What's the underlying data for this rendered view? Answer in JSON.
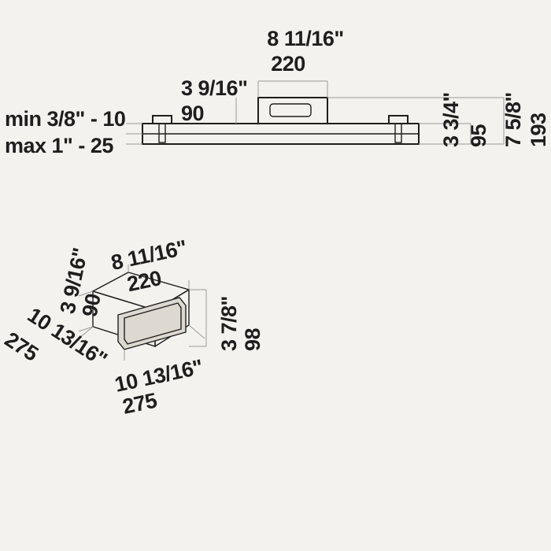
{
  "front_view": {
    "duct_width": {
      "inch": "8 11/16\"",
      "mm": "220"
    },
    "duct_height": {
      "inch": "3 9/16\"",
      "mm": "90"
    },
    "min_spacing": "min 3/8\" - 10",
    "max_spacing": "max 1\" - 25",
    "body_height": {
      "inch": "3 3/4\"",
      "mm": "95"
    },
    "total_height": {
      "inch": "7 5/8\"",
      "mm": "193"
    }
  },
  "iso_view": {
    "top_width": {
      "inch": "8 11/16\"",
      "mm": "220"
    },
    "left_height": {
      "inch": "3 9/16\"",
      "mm": "90"
    },
    "right_height": {
      "inch": "3 7/8\"",
      "mm": "98"
    },
    "depth": {
      "inch": "10 13/16\"",
      "mm": "275"
    },
    "front_width": {
      "inch": "10 13/16\"",
      "mm": "275"
    }
  }
}
